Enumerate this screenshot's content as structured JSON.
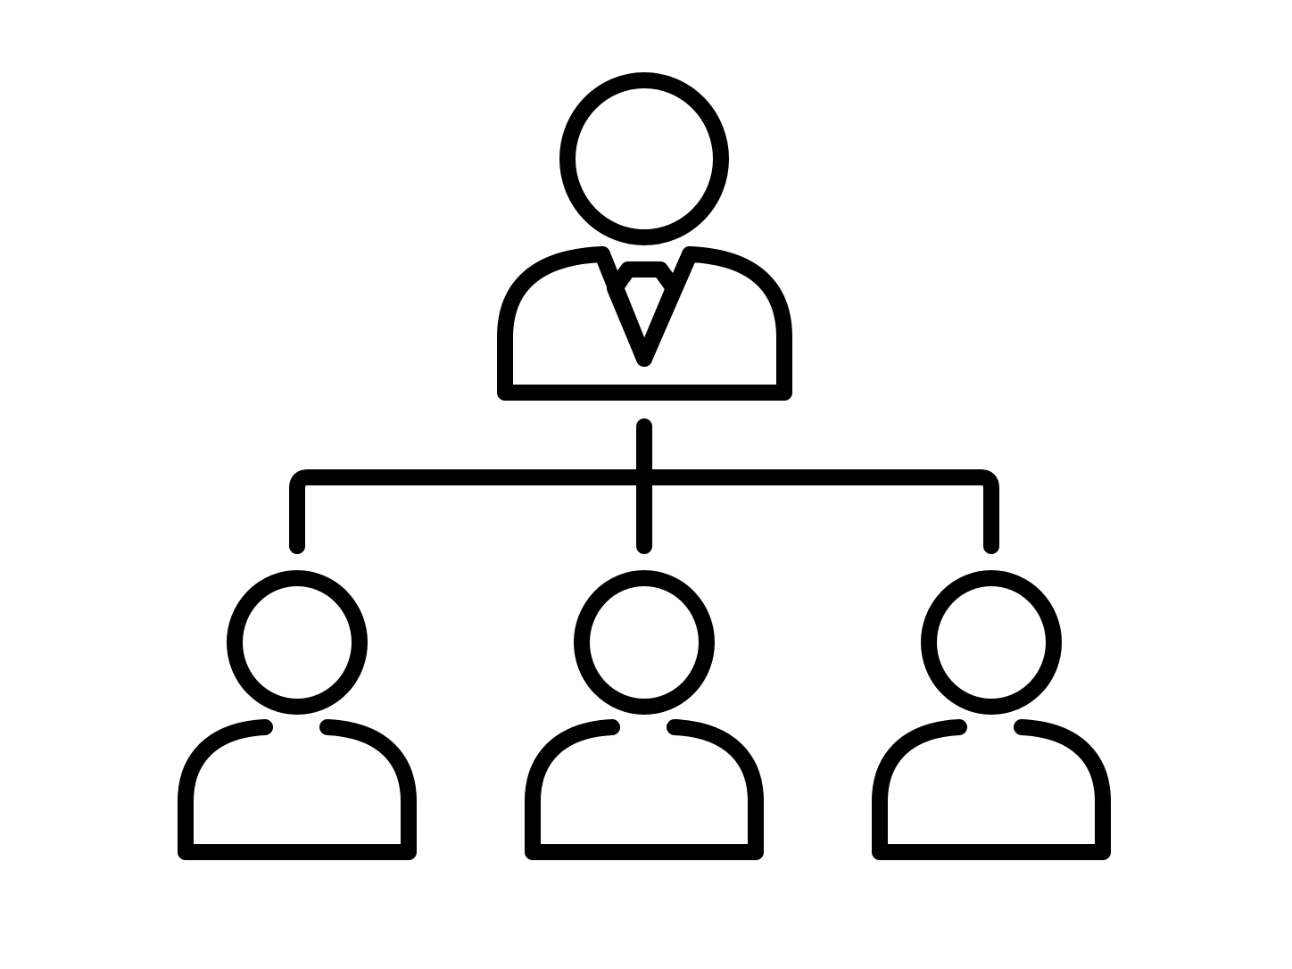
{
  "diagram": {
    "type": "organization-hierarchy-icon",
    "colors": {
      "background": "#ffffff",
      "line": "#000000"
    },
    "levels": [
      {
        "role": "manager",
        "count": 1,
        "icon": "manager-with-tie-icon"
      },
      {
        "role": "team-member",
        "count": 3,
        "icon": "person-icon"
      }
    ],
    "connector": "tree-connector"
  }
}
